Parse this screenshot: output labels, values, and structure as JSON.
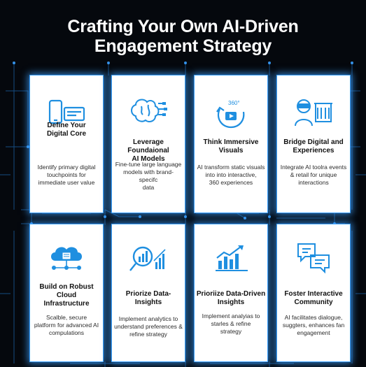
{
  "page": {
    "title_line1": "Crafting Your Own AI-Driven",
    "title_line2": "Engagement Strategy"
  },
  "colors": {
    "background": "#05080d",
    "circuit": "#1a5c9e",
    "glow": "#3aa0ff",
    "icon_blue": "#1f8fe0",
    "card": "#ffffff"
  },
  "cards": [
    {
      "icon": "devices-icon",
      "title": [
        "Define Your",
        "Digital Core"
      ],
      "desc": [
        "Identify primary digital",
        "touchpoints for",
        "immediate user value"
      ]
    },
    {
      "icon": "brain-icon",
      "title": [
        "Leverage Foundaional",
        "AI Models"
      ],
      "desc": [
        "Fine-tune large language",
        "models with brand-specifc",
        "data"
      ]
    },
    {
      "icon": "360-video-icon",
      "icon_label": "360°",
      "title": [
        "Think Immersive",
        "Visuals"
      ],
      "desc": [
        "AI transform static visuals",
        "into into interactive,",
        "360 experiences"
      ]
    },
    {
      "icon": "vr-storefront-icon",
      "title": [
        "Bridge Digital and",
        "Experiences"
      ],
      "desc": [
        "Integrate AI toolra events",
        "& retail for unique",
        "interactions"
      ]
    },
    {
      "icon": "cloud-server-icon",
      "title": [
        "Build on Robust",
        "Cloud",
        "Infrastructure"
      ],
      "desc": [
        "Scalble, secure",
        "platform for advanced AI",
        "compulations"
      ]
    },
    {
      "icon": "analytics-magnifier-icon",
      "title": [
        "Priorize Data-",
        "Insights"
      ],
      "desc": [
        "Implement analytics to",
        "understand preferences &",
        "refine strategy"
      ]
    },
    {
      "icon": "trend-chart-icon",
      "title": [
        "Prioriize Data-Driven",
        "Insights"
      ],
      "desc": [
        "Implement analyias to",
        "starles & refine",
        "strategy"
      ]
    },
    {
      "icon": "chat-bubbles-icon",
      "title": [
        "Foster Interactive",
        "Community"
      ],
      "desc": [
        "AI facilitates dialogue,",
        "suggters, enhances fan",
        "engagement"
      ]
    }
  ]
}
